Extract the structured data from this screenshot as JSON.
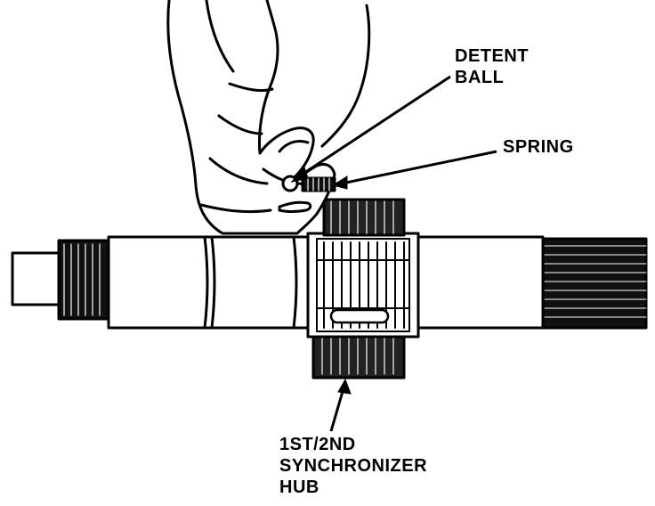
{
  "labels": {
    "detent_ball": [
      "DETENT",
      "BALL"
    ],
    "spring": "SPRING",
    "hub": [
      "1ST/2ND",
      "SYNCHRONIZER",
      "HUB"
    ]
  },
  "colors": {
    "ink": "#000000",
    "paper": "#ffffff"
  }
}
